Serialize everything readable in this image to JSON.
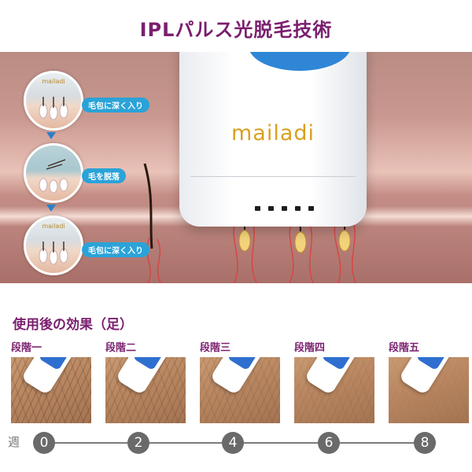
{
  "header": {
    "title": "IPLパルス光脱毛技術"
  },
  "hero": {
    "brand": "mailadi",
    "steps": [
      {
        "label": "毛包に深く入り"
      },
      {
        "label": "毛を脱落"
      },
      {
        "label": "毛包に深く入り"
      }
    ]
  },
  "results": {
    "title": "使用後の効果（足）",
    "stages": [
      {
        "label": "段階一"
      },
      {
        "label": "段階二"
      },
      {
        "label": "段階三"
      },
      {
        "label": "段階四"
      },
      {
        "label": "段階五"
      }
    ]
  },
  "timeline": {
    "label": "週",
    "weeks": [
      "0",
      "2",
      "4",
      "6",
      "8"
    ]
  },
  "colors": {
    "title": "#7a1f6e",
    "accent_blue": "#2f86d6",
    "brand_gold": "#d9a021",
    "laser_red": "#e03a3a"
  }
}
